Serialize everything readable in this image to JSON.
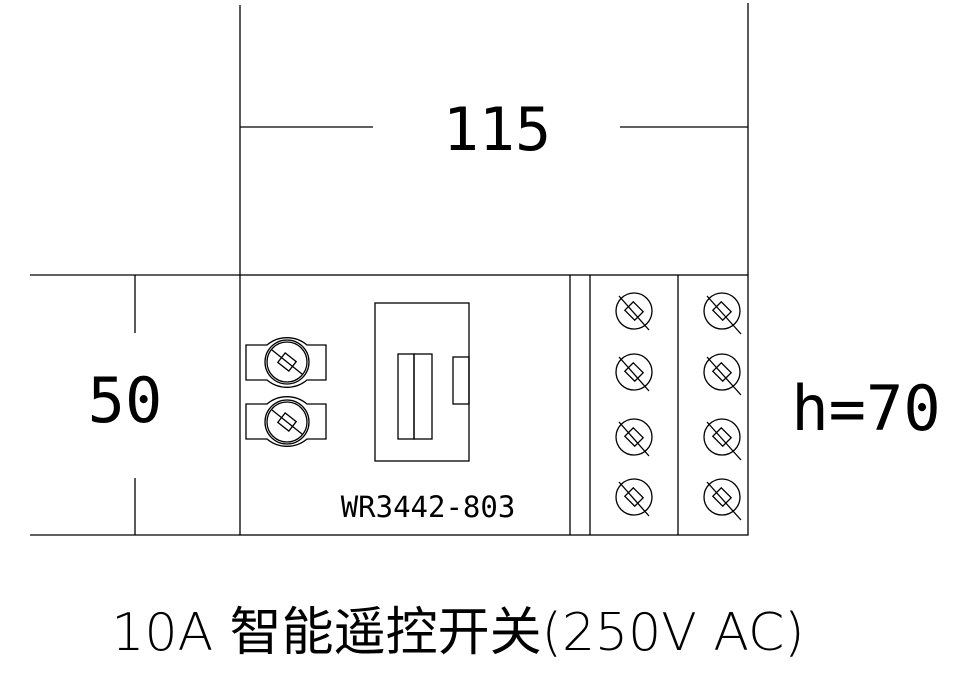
{
  "dimensions": {
    "width": "115",
    "depth": "50",
    "height": "h=70"
  },
  "device": {
    "model": "WR3442-803",
    "caption": "10A 智能遥控开关(250V  AC)"
  },
  "colors": {
    "stroke": "#000000",
    "background": "#ffffff"
  }
}
